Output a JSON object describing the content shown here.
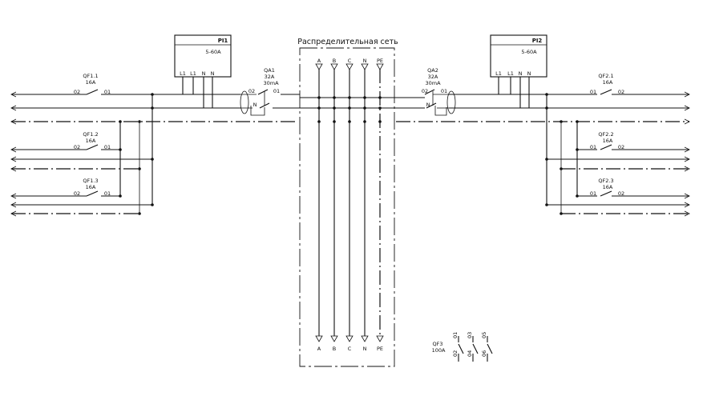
{
  "network_label": "Распределительная сеть",
  "panels": [
    {
      "id": "PI1",
      "rating": "5-60A",
      "terminals": [
        "L1",
        "L1",
        "N",
        "N"
      ]
    },
    {
      "id": "PI2",
      "rating": "5-60A",
      "terminals": [
        "L1",
        "L1",
        "N",
        "N"
      ]
    }
  ],
  "rcds": [
    {
      "id": "QA1",
      "current": "32A",
      "leak": "30mA",
      "in_term": "02",
      "out_term": "01",
      "n_term": "N"
    },
    {
      "id": "QA2",
      "current": "32A",
      "leak": "30mA",
      "in_term": "02",
      "out_term": "01",
      "n_term": "N"
    }
  ],
  "breakers_left": [
    {
      "id": "QF1.1",
      "current": "16A",
      "t1": "02",
      "t2": "01"
    },
    {
      "id": "QF1.2",
      "current": "16A",
      "t1": "02",
      "t2": "01"
    },
    {
      "id": "QF1.3",
      "current": "16A",
      "t1": "02",
      "t2": "01"
    }
  ],
  "breakers_right": [
    {
      "id": "QF2.1",
      "current": "16A",
      "t1": "01",
      "t2": "02"
    },
    {
      "id": "QF2.2",
      "current": "16A",
      "t1": "01",
      "t2": "02"
    },
    {
      "id": "QF2.3",
      "current": "16A",
      "t1": "01",
      "t2": "02"
    }
  ],
  "bus_phases": [
    "A",
    "B",
    "C",
    "N",
    "PE"
  ],
  "main_breaker": {
    "id": "QF3",
    "current": "100A",
    "top_terms": [
      "01",
      "03",
      "05"
    ],
    "bottom_terms": [
      "02",
      "04",
      "06"
    ]
  }
}
